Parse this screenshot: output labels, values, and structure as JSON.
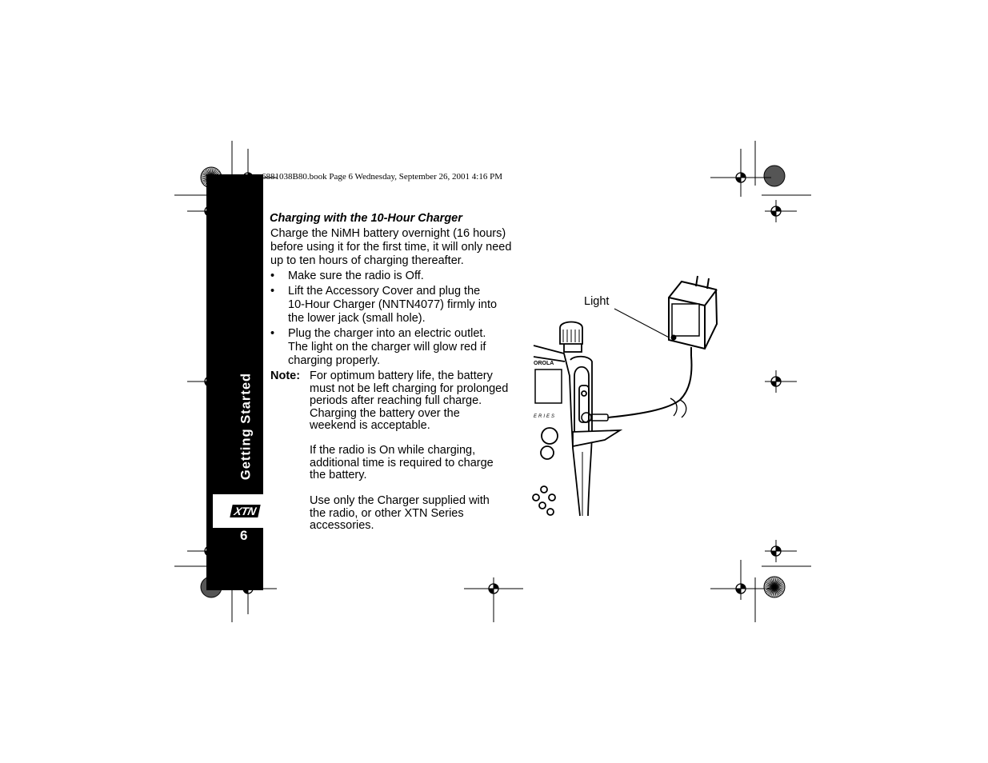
{
  "header": {
    "file_line": "6881038B80.book  Page 6  Wednesday, September 26, 2001  4:16 PM"
  },
  "side_tab": {
    "section_title": "Getting Started",
    "logo_text": "XTN",
    "page_number": "6"
  },
  "content": {
    "heading": "Charging with the 10-Hour Charger",
    "intro_lines": [
      "Charge the NiMH battery overnight (16 hours)",
      "before using it for the first time, it will only need",
      "up to ten hours of charging thereafter."
    ],
    "bullets": [
      {
        "lines": [
          "Make sure the radio is Off."
        ]
      },
      {
        "lines": [
          "Lift the Accessory Cover and plug the",
          "10-Hour Charger (NNTN4077) firmly into",
          "the lower jack (small hole)."
        ]
      },
      {
        "lines": [
          "Plug the charger into an electric outlet.",
          "The light on the charger will glow red if",
          "charging properly."
        ]
      }
    ],
    "note": {
      "label": "Note:",
      "paragraphs": [
        [
          "For optimum battery life, the battery",
          "must not be left charging for prolonged",
          "periods after reaching full charge.",
          "Charging the battery over the",
          "weekend is acceptable."
        ],
        [
          "If the radio is On while charging,",
          "additional time is required to charge",
          "the battery."
        ],
        [
          "Use only the Charger supplied with",
          "the radio, or other XTN Series",
          "accessories."
        ]
      ]
    }
  },
  "illustration": {
    "callout_label": "Light",
    "radio_brand_fragment": "OROLA",
    "series_fragment": "ERIES"
  }
}
